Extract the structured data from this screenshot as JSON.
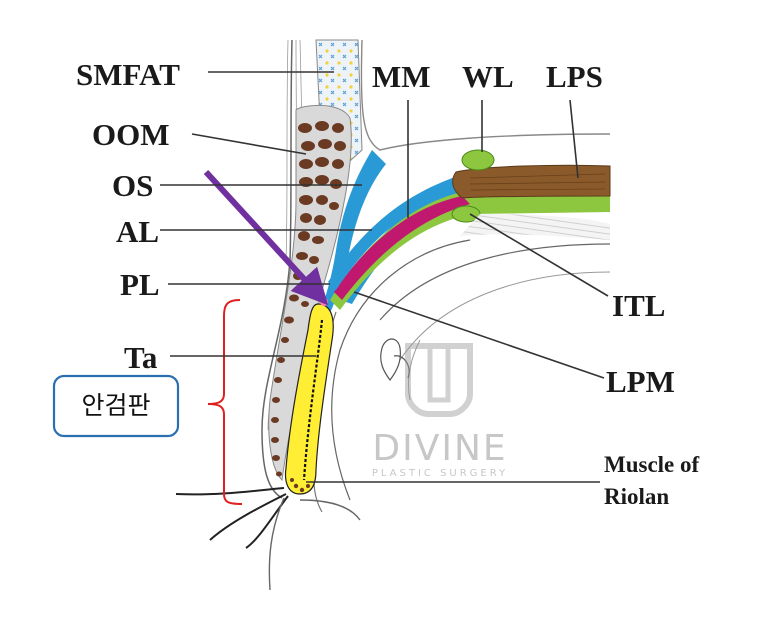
{
  "labels": {
    "smfat": "SMFAT",
    "oom": "OOM",
    "os": "OS",
    "al": "AL",
    "pl": "PL",
    "ta": "Ta",
    "mm": "MM",
    "wl": "WL",
    "lps": "LPS",
    "itl": "ITL",
    "lpm": "LPM",
    "muscle_line1": "Muscle of",
    "muscle_line2": "Riolan"
  },
  "callout": {
    "text": "안검판"
  },
  "watermark": {
    "brand": "DIVINE",
    "tagline": "PLASTIC SURGERY"
  },
  "colors": {
    "fat_dots": "#f2d23a",
    "fat_cross": "#5aa0d8",
    "orbicularis": "#6b3a22",
    "septum_blue": "#2a9ad6",
    "mullers_magenta": "#c0186e",
    "levator_green": "#8dc63f",
    "levator_brown": "#8a5a2a",
    "tarsus_yellow": "#ffee33",
    "arrow_purple": "#7030a0",
    "bracket_red": "#e02020",
    "callout_border": "#2a6fb0"
  }
}
